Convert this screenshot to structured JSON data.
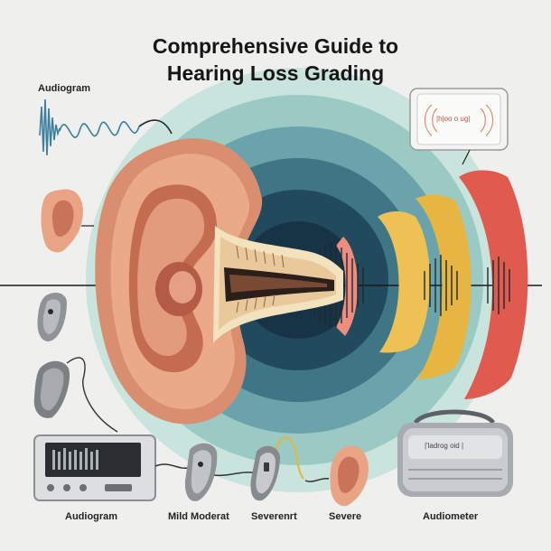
{
  "title": {
    "line1": "Comprehensive Guide to",
    "line2": "Hearing Loss Grading"
  },
  "labels": {
    "audiogram_top": "Audiogram",
    "audiogram_bottom": "Audiogram",
    "mild_moderate": "Mild Moderat",
    "severe_1": "Severenrt",
    "severe_2": "Severe",
    "audiometer": "Audiometer"
  },
  "display_text": {
    "waveform_panel": "|h|oo o ug|",
    "audiometer_face": "|'ladrog oid |"
  },
  "colors": {
    "background": "#efefed",
    "skin": "#e8a584",
    "skin_dark": "#c1684d",
    "canal_cream": "#f2e2bd",
    "ring_light": "#bcdcd4",
    "ring_mid": "#5f9aa5",
    "ring_dark": "#1e3e4f",
    "wave_red": "#e05a4e",
    "wave_yellow": "#eec155",
    "wave_pink": "#ef8c80",
    "device_grey": "#8f9296",
    "cable_yellow": "#e6b736"
  },
  "icons": [
    "ear-icon",
    "hearing-aid-icon",
    "audiometer-icon",
    "waveform-icon"
  ]
}
